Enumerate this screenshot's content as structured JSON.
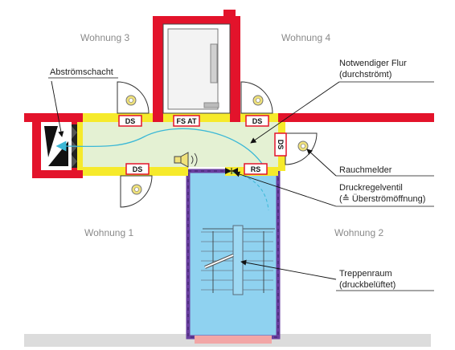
{
  "rooms": {
    "wohnung_1": "Wohnung 1",
    "wohnung_2": "Wohnung 2",
    "wohnung_3": "Wohnung 3",
    "wohnung_4": "Wohnung 4"
  },
  "labels": {
    "abstroemschacht": "Abströmschacht",
    "flur_line1": "Notwendiger Flur",
    "flur_line2": "(durchströmt)",
    "rauchmelder": "Rauchmelder",
    "druckregel_line1": "Druckregelventil",
    "druckregel_line2": "(≙ Überströmöffnung)",
    "treppen_line1": "Treppenraum",
    "treppen_line2": "(druckbelüftet)"
  },
  "tags": {
    "ds_top_left": "DS",
    "fs_at": "FS AT",
    "ds_top_right": "DS",
    "ds_right": "DS",
    "ds_bottom_left": "DS",
    "rs": "RS"
  },
  "colors": {
    "wall": "#e3132b",
    "door_frame": "#f6ea2b",
    "corridor": "#e4f1d3",
    "stairwell": "#8fd2f0",
    "stairwell_border": "#6a3fa0",
    "airflow": "#3bb8d6",
    "smoke_detector": "#f0e27a"
  }
}
